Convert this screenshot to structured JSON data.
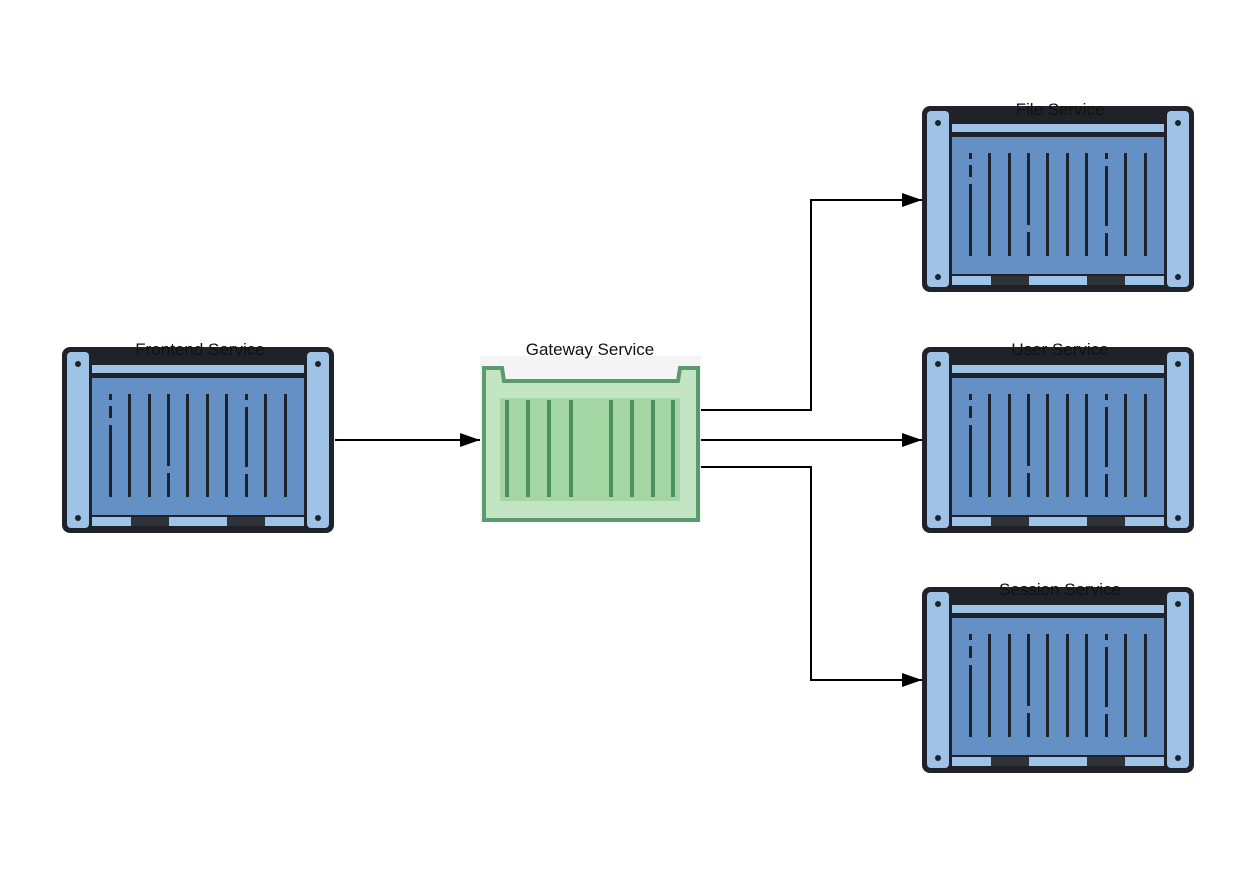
{
  "nodes": {
    "frontend": {
      "label": "Frontend Service",
      "icon": "container-icon"
    },
    "gateway": {
      "label": "Gateway Service",
      "icon": "open-container-icon"
    },
    "file": {
      "label": "File Service",
      "icon": "container-icon"
    },
    "user": {
      "label": "User Service",
      "icon": "container-icon"
    },
    "session": {
      "label": "Session Service",
      "icon": "container-icon"
    }
  },
  "edges": [
    {
      "from": "Frontend Service",
      "to": "Gateway Service"
    },
    {
      "from": "Gateway Service",
      "to": "File Service"
    },
    {
      "from": "Gateway Service",
      "to": "User Service"
    },
    {
      "from": "Gateway Service",
      "to": "Session Service"
    }
  ],
  "colors": {
    "container_frame": "#1f2329",
    "container_side": "#9ec3e6",
    "container_body": "#6590c6",
    "gateway_body": "#a8d8a8",
    "gateway_border": "#5a9a6e",
    "gateway_bars": "#4e8f5f",
    "connector": "#000000"
  }
}
